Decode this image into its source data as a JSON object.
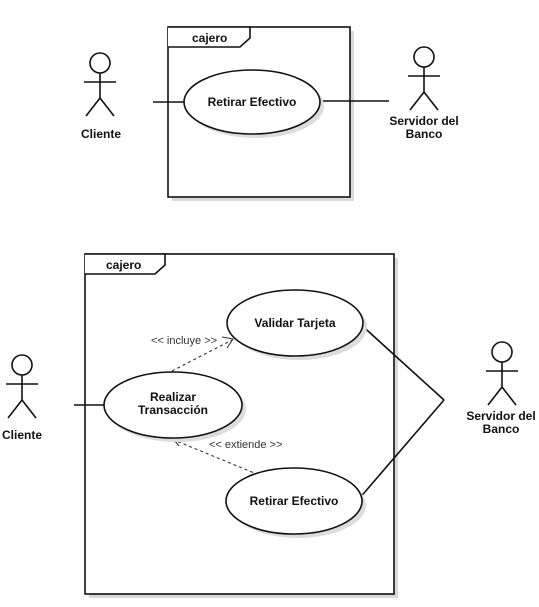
{
  "diagram_top": {
    "system_name": "cajero",
    "actor_left": "Cliente",
    "actor_right_line1": "Servidor del",
    "actor_right_line2": "Banco",
    "usecase": "Retirar Efectivo"
  },
  "diagram_bottom": {
    "system_name": "cajero",
    "actor_left": "Cliente",
    "actor_right_line1": "Servidor del",
    "actor_right_line2": "Banco",
    "usecase_validate": "Validar Tarjeta",
    "usecase_transaction_line1": "Realizar",
    "usecase_transaction_line2": "Transacción",
    "usecase_withdraw": "Retirar Efectivo",
    "include_label": "<< incluye >>",
    "extend_label": "<< extiende >>"
  }
}
